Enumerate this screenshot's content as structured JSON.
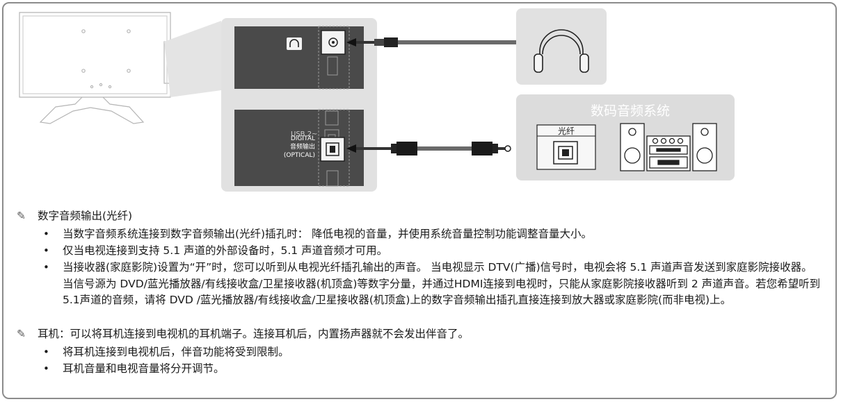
{
  "diagram": {
    "port_usb": "USB 2",
    "port_digital_1": "DIGITAL",
    "port_digital_2": "音频输出",
    "port_digital_3": "(OPTICAL)",
    "optical_label": "光纤",
    "audio_system_title": "数码音频系统"
  },
  "notes": {
    "optical_heading": "数字音频输出(光纤)",
    "optical_bullets": [
      "当数字音频系统连接到数字音频输出(光纤)插孔时： 降低电视的音量，并使用系统音量控制功能调整音量大小。",
      "仅当电视连接到支持 5.1 声道的外部设备时，5.1 声道音频才可用。",
      "当接收器(家庭影院)设置为“开”时，您可以听到从电视光纤插孔输出的声音。 当电视显示 DTV(广播)信号时，电视会将 5.1 声道声音发送到家庭影院接收器。当信号源为 DVD/蓝光播放器/有线接收盒/卫星接收器(机顶盒)等数字分量，并通过HDMI连接到电视时，只能从家庭影院接收器听到 2 声道声音。若您希望听到5.1声道的音频，请将 DVD /蓝光播放器/有线接收盒/卫星接收器(机顶盒)上的数字音频输出插孔直接连接到放大器或家庭影院(而非电视)上。"
    ],
    "headphone_heading": "耳机：可以将耳机连接到电视机的耳机端子。连接耳机后，内置扬声器就不会发出伴音了。",
    "headphone_bullets": [
      "将耳机连接到电视机后，伴音功能将受到限制。",
      "耳机音量和电视音量将分开调节。"
    ]
  }
}
